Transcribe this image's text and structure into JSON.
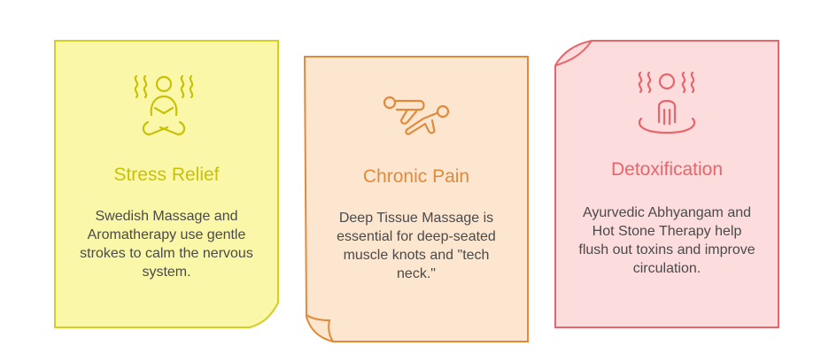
{
  "cards": [
    {
      "title": "Stress Relief",
      "description": "Swedish Massage and Aromatherapy use gentle strokes to calm the nervous system.",
      "icon": "person-relaxing-icon",
      "color": "#c8c10a",
      "fill": "#fbf7a8"
    },
    {
      "title": "Chronic Pain",
      "description": "Deep Tissue Massage is essential for deep-seated muscle knots and \"tech neck.\"",
      "icon": "massage-icon",
      "color": "#e28a3a",
      "fill": "#fde6cf"
    },
    {
      "title": "Detoxification",
      "description": "Ayurvedic Abhyangam and Hot Stone Therapy help flush out toxins and improve circulation.",
      "icon": "person-steam-icon",
      "color": "#e9646b",
      "fill": "#fcdcdd"
    }
  ]
}
